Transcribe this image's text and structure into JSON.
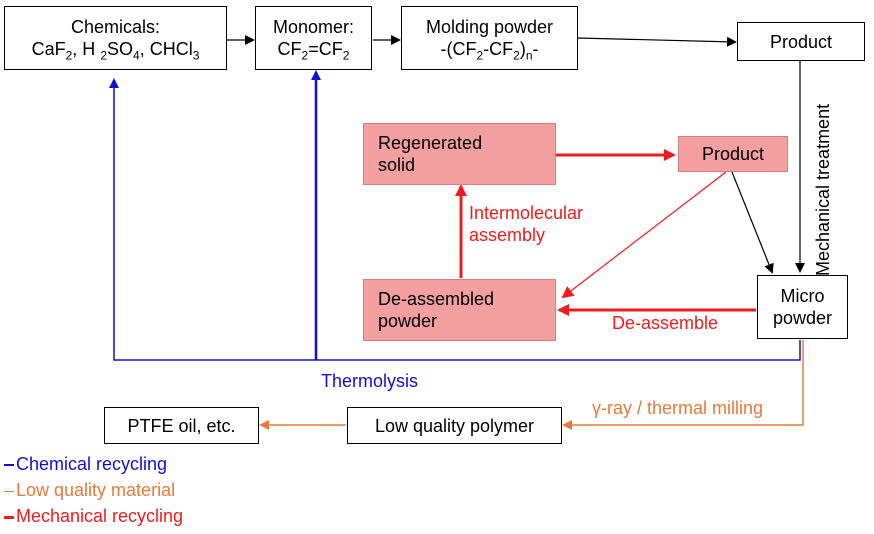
{
  "nodes": {
    "chemicals": {
      "line1": "Chemicals:",
      "line2_parts": [
        "CaF",
        "2",
        ", H ",
        "2",
        "SO",
        "4",
        ", CHCl",
        "3"
      ]
    },
    "monomer": {
      "line1": "Monomer:",
      "line2_parts": [
        "CF",
        "2",
        "=CF",
        "2"
      ]
    },
    "molding": {
      "line1": "Molding powder",
      "line2_parts": [
        "-(CF",
        "2",
        "-CF",
        "2",
        ")",
        "n",
        "-"
      ]
    },
    "product_top": "Product",
    "regenerated": {
      "line1": "Regenerated",
      "line2": "solid"
    },
    "product_mid": "Product",
    "deassembled": {
      "line1": "De-assembled",
      "line2": "powder"
    },
    "micro": {
      "line1": "Micro",
      "line2": "powder"
    },
    "low_quality": "Low quality polymer",
    "ptfe_oil": "PTFE oil, etc."
  },
  "edge_labels": {
    "mechanical_treatment": "Mechanical treatment",
    "intermolecular": {
      "line1": "Intermolecular",
      "line2": "assembly"
    },
    "de_assemble": "De-assemble",
    "thermolysis": "Thermolysis",
    "gamma": "γ-ray / thermal milling"
  },
  "legend": [
    {
      "label": "Chemical recycling",
      "color": "#1010d0"
    },
    {
      "label": "Low quality material",
      "color": "#e57a3a"
    },
    {
      "label": "Mechanical recycling",
      "color": "#ee1c1c"
    }
  ],
  "colors": {
    "blue": "#1010d0",
    "orange": "#e57a3a",
    "red": "#ee1c1c",
    "pink_fill": "#f4a0a0",
    "black": "#000000"
  }
}
